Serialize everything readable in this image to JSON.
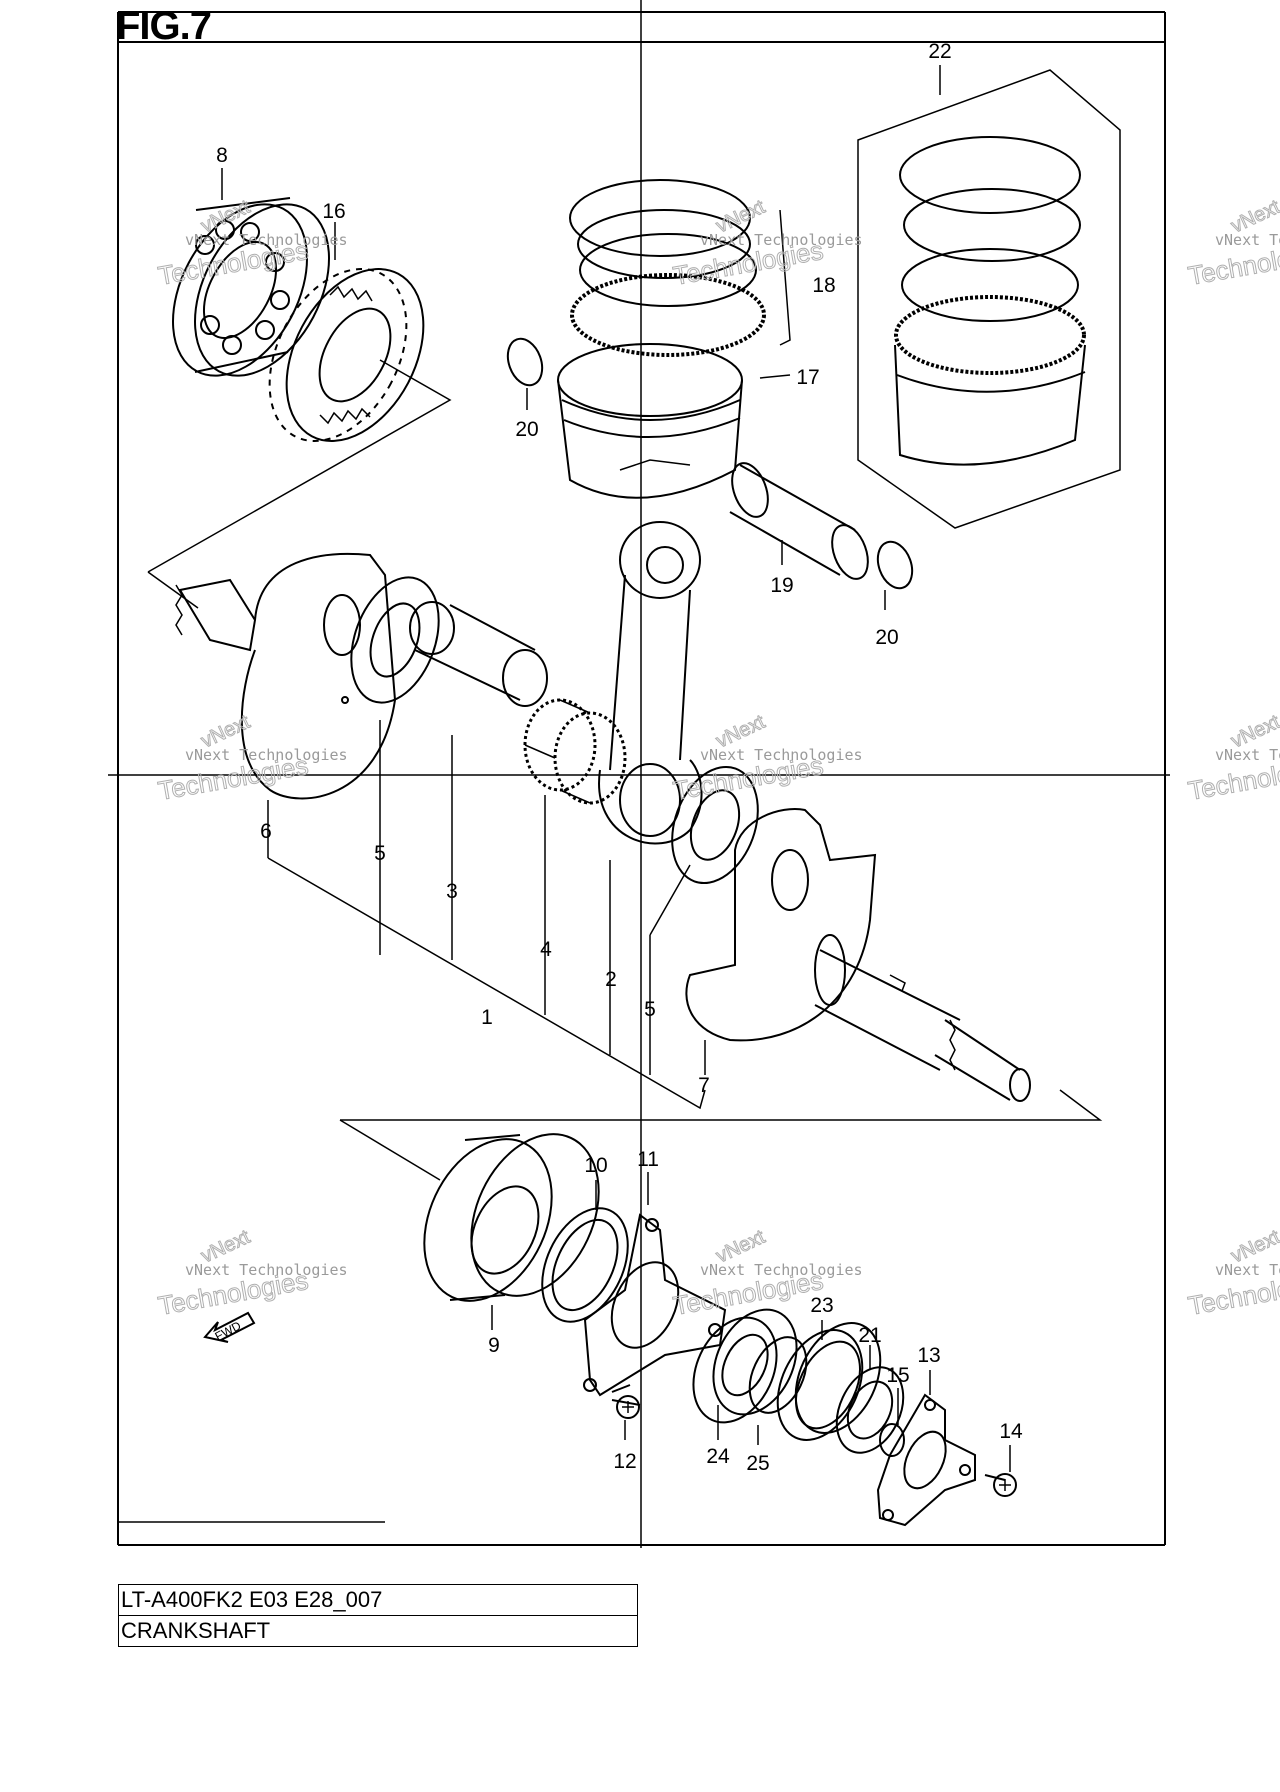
{
  "figure": {
    "title": "FIG.7"
  },
  "title_block": {
    "model": "LT-A400FK2 E03 E28_007",
    "name": "CRANKSHAFT"
  },
  "callouts": [
    "1",
    "2",
    "3",
    "4",
    "5",
    "5",
    "6",
    "7",
    "8",
    "9",
    "10",
    "11",
    "12",
    "13",
    "14",
    "15",
    "16",
    "17",
    "18",
    "19",
    "20",
    "20",
    "21",
    "22",
    "23",
    "24",
    "25"
  ],
  "fwd_label": "FWD",
  "watermark": {
    "line1": "vNext Technologies",
    "line2": "Technologies",
    "line3": "vNext"
  },
  "colors": {
    "line": "#000000",
    "watermark": "#b0b0b0"
  }
}
